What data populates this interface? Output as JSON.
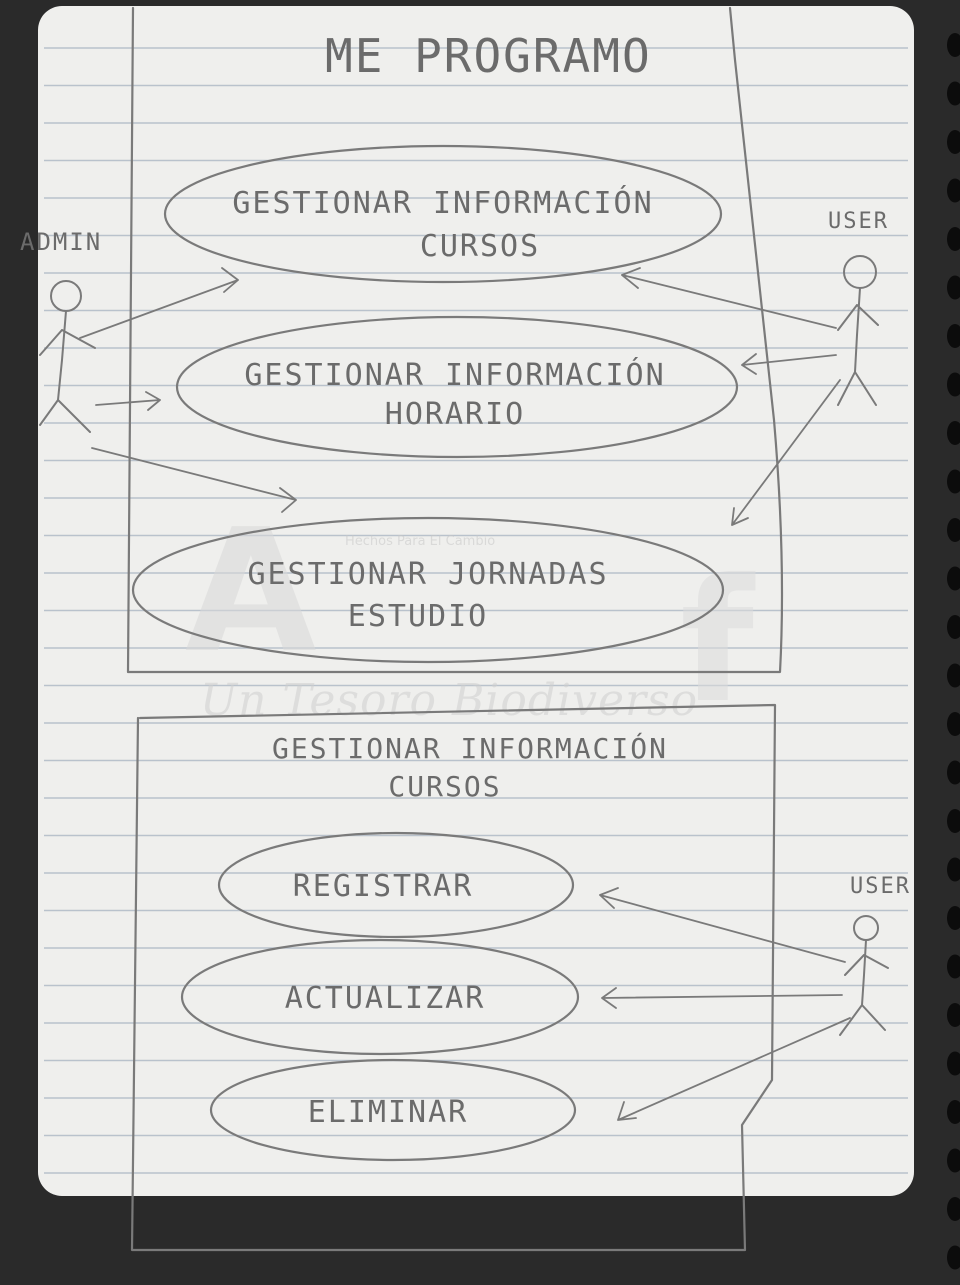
{
  "diagram": {
    "system1": {
      "title": "ME PROGRAMO",
      "actors": {
        "admin": "ADMIN",
        "user": "USER"
      },
      "use_cases": [
        {
          "line1": "GESTIONAR INFORMACIÓN",
          "line2": "CURSOS"
        },
        {
          "line1": "GESTIONAR INFORMACIÓN",
          "line2": "HORARIO"
        },
        {
          "line1": "GESTIONAR JORNADAS",
          "line2": "ESTUDIO"
        }
      ]
    },
    "system2": {
      "title_line1": "GESTIONAR INFORMACIÓN",
      "title_line2": "CURSOS",
      "actor": "USER",
      "use_cases": [
        "REGISTRAR",
        "ACTUALIZAR",
        "ELIMINAR"
      ]
    },
    "watermark": {
      "subtitle": "Un Tesoro Biodiverso",
      "small": "Hechos Para El Cambio"
    }
  },
  "colors": {
    "pencil": "#7a7a7a",
    "paper": "#efefed",
    "rule_lines": "#b9c2cc",
    "background": "#2a2a2a"
  }
}
